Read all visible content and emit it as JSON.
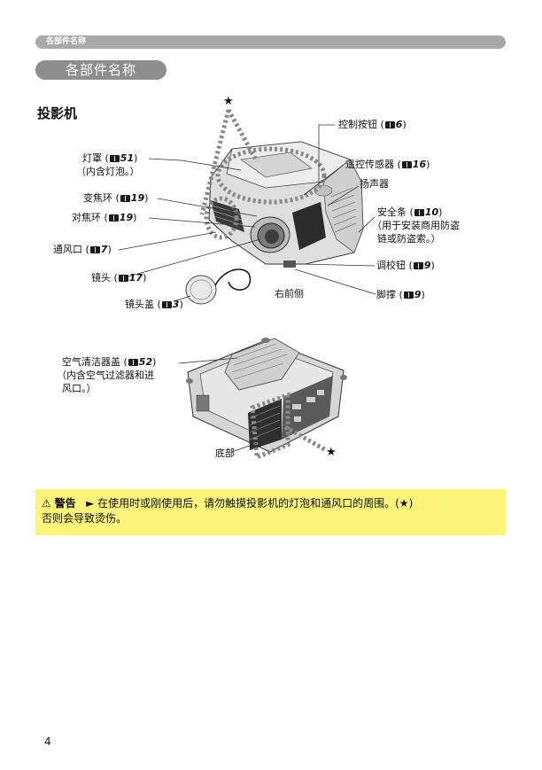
{
  "header": {
    "bar_title": "各部件名称",
    "pill_title": "各部件名称"
  },
  "section": {
    "title": "投影机"
  },
  "labels": {
    "lamp_cover": {
      "text": "灯罩 (",
      "ref": "51",
      "end": ")"
    },
    "lamp_cover_note": "（内含灯泡。）",
    "zoom_ring": {
      "text": "变焦环 (",
      "ref": "19",
      "end": ")"
    },
    "focus_ring": {
      "text": "对焦环 (",
      "ref": "19",
      "end": ")"
    },
    "vent": {
      "text": "通风口 (",
      "ref": "7",
      "end": ")"
    },
    "lens": {
      "text": "镜头 (",
      "ref": "17",
      "end": ")"
    },
    "lens_cap": {
      "text": "镜头盖 (",
      "ref": "3",
      "end": ")"
    },
    "control_buttons": {
      "text": "控制按钮 (",
      "ref": "6",
      "end": ")"
    },
    "remote_sensor": {
      "text": "遥控传感器 (",
      "ref": "16",
      "end": ")"
    },
    "speaker": "扬声器",
    "security_bar": {
      "text": "安全条 (",
      "ref": "10",
      "end": ")"
    },
    "security_note_1": "（用于安装商用防盗",
    "security_note_2": "链或防盗索。）",
    "adjust_button": {
      "text": "调校钮 (",
      "ref": "9",
      "end": ")"
    },
    "foot": {
      "text": "脚撑 (",
      "ref": "9",
      "end": ")"
    },
    "right_front": "右前侧",
    "filter_cover": {
      "text": "空气清洁器盖 (",
      "ref": "52",
      "end": ")"
    },
    "filter_note_1": "（内含空气过滤器和进",
    "filter_note_2": "风口。）",
    "bottom": "底部",
    "star": "★"
  },
  "warning": {
    "icon": "⚠",
    "title": "警告",
    "arrow": "►",
    "line1": "在使用时或刚使用后，请勿触摸投影机的灯泡和通风口的周围。(★)",
    "line2": "否则会导致烫伤。"
  },
  "page_number": "4"
}
